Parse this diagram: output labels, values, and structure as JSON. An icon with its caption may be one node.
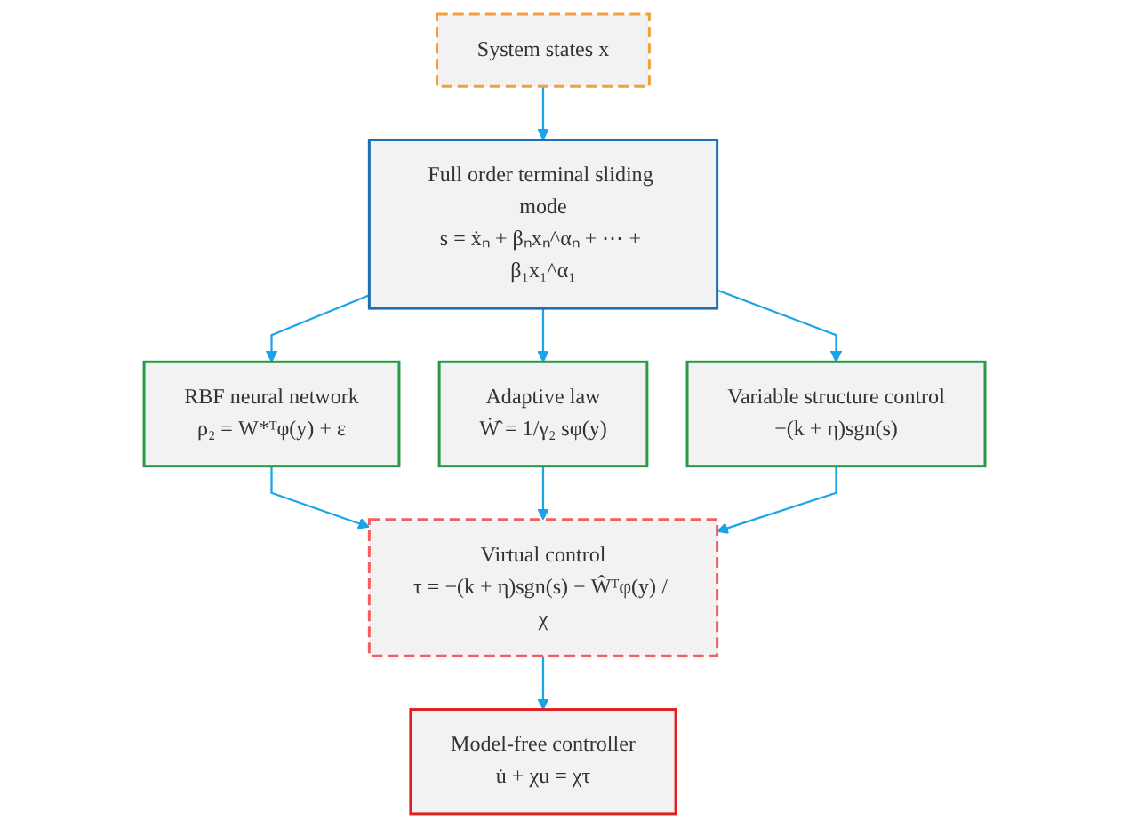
{
  "diagram": {
    "nodes": [
      {
        "text": [
          "System states x"
        ]
      },
      {
        "text": [
          "Full order terminal sliding mode",
          "s = ẋₙ + βₙxₙ^αₙ + ⋯ + β₁x₁^α₁"
        ]
      },
      {
        "text": [
          "RBF neural network",
          "ρ₂ = W*ᵀφ(y) + ε"
        ]
      },
      {
        "text": [
          "Adaptive law",
          "Ẇ̂ = 1/γ₂ sφ(y)"
        ]
      },
      {
        "text": [
          "Variable structure control",
          "−(k + η)sgn(s)"
        ]
      },
      {
        "text": [
          "Virtual control",
          "τ = −(k + η)sgn(s) − Ŵᵀφ(y) / χ"
        ]
      },
      {
        "text": [
          "Model-free controller",
          "u̇ + χu = χτ"
        ]
      }
    ],
    "edges": [
      {
        "from": 0,
        "to": 1,
        "arrow": "to"
      },
      {
        "from": 1,
        "to": 2,
        "arrow": "to"
      },
      {
        "from": 1,
        "to": 3,
        "arrow": "to"
      },
      {
        "from": 1,
        "to": 4,
        "arrow": "to"
      },
      {
        "from": 2,
        "to": 5,
        "arrow": "to"
      },
      {
        "from": 3,
        "to": 5,
        "arrow": "to"
      },
      {
        "from": 4,
        "to": 5,
        "arrow": "to"
      },
      {
        "from": 5,
        "to": 6,
        "arrow": "to"
      }
    ]
  }
}
